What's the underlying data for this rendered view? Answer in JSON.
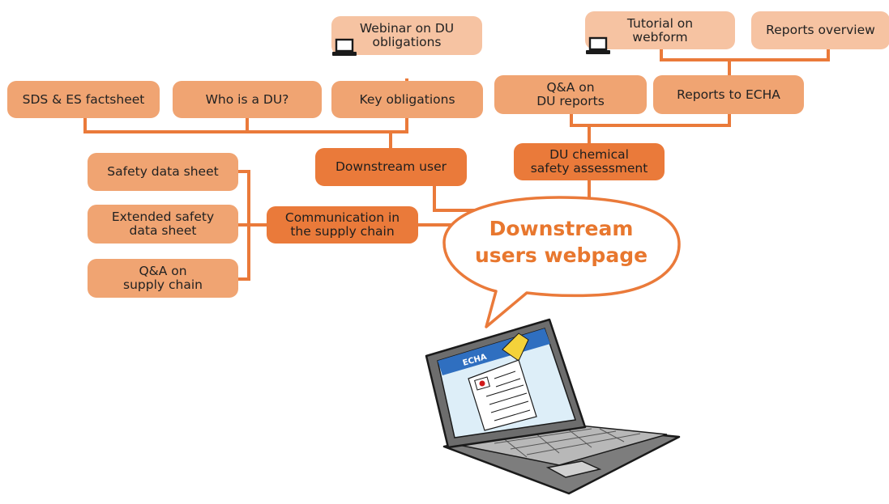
{
  "colors": {
    "connector": "#ea7a3a",
    "light_node": "#f6c3a2",
    "mid_node": "#f0a472",
    "dark_node": "#ea7a3a",
    "bubble_text": "#e8772e"
  },
  "center": {
    "label": "Downstream\nusers webpage"
  },
  "branches": {
    "downstream_user": {
      "label": "Downstream user",
      "children": {
        "sds_es": "SDS & ES factsheet",
        "who_is_du": "Who is a DU?",
        "key_obligations": "Key obligations",
        "webinar": "Webinar on DU\nobligations"
      }
    },
    "du_csa": {
      "label": "DU chemical\nsafety assessment",
      "children": {
        "qa_reports": "Q&A on\nDU reports",
        "reports_echa": "Reports to ECHA",
        "tutorial": "Tutorial on\nwebform",
        "reports_overview": "Reports overview"
      }
    },
    "communication": {
      "label": "Communication in\nthe supply chain",
      "children": {
        "sds": "Safety data sheet",
        "esds": "Extended safety\ndata sheet",
        "qa_supply": "Q&A on\nsupply chain"
      }
    }
  },
  "laptop": {
    "screen_brand": "ECHA"
  },
  "icons": {
    "webinar_icon": "laptop-icon",
    "tutorial_icon": "laptop-icon"
  }
}
